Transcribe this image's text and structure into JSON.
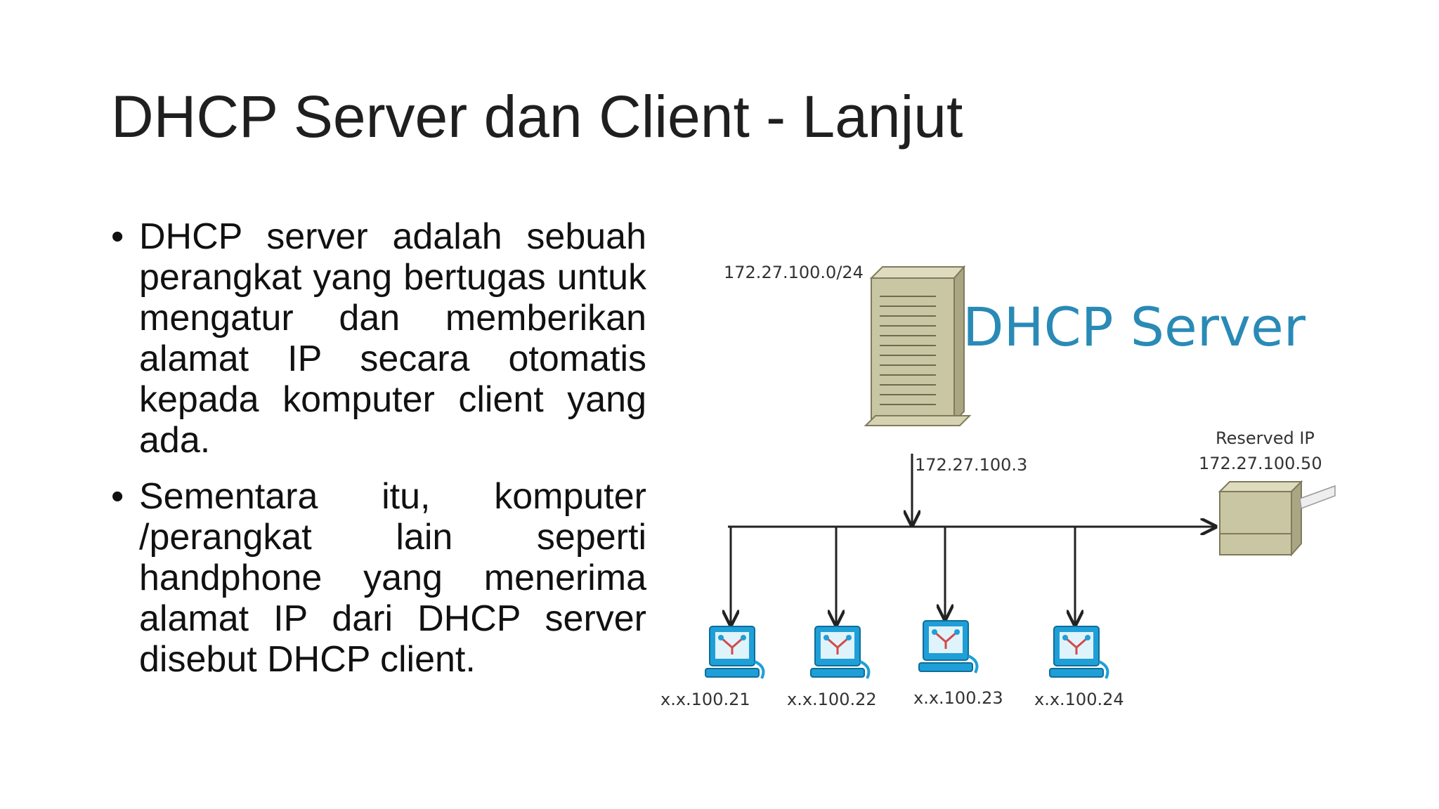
{
  "slide": {
    "title": "DHCP Server dan Client - Lanjut",
    "bullets": [
      "DHCP server adalah sebuah perangkat yang bertugas untuk mengatur dan memberikan alamat IP secara otomatis kepada komputer client yang ada.",
      "Sementara itu, komputer /perangkat lain seperti handphone yang menerima alamat IP dari DHCP server disebut DHCP client."
    ]
  },
  "diagram": {
    "network_label": "172.27.100.0/24",
    "server_title": "DHCP Server",
    "server_ip": "172.27.100.3",
    "reserved_label": "Reserved IP",
    "reserved_ip": "172.27.100.50",
    "clients": [
      "x.x.100.21",
      "x.x.100.22",
      "x.x.100.23",
      "x.x.100.24"
    ],
    "colors": {
      "title_blue": "#2a8ab6",
      "server_body": "#c9c6a4",
      "client_blue": "#1e9fd8"
    },
    "icons": [
      "server-tower-icon",
      "printer-icon",
      "computer-icon"
    ]
  }
}
